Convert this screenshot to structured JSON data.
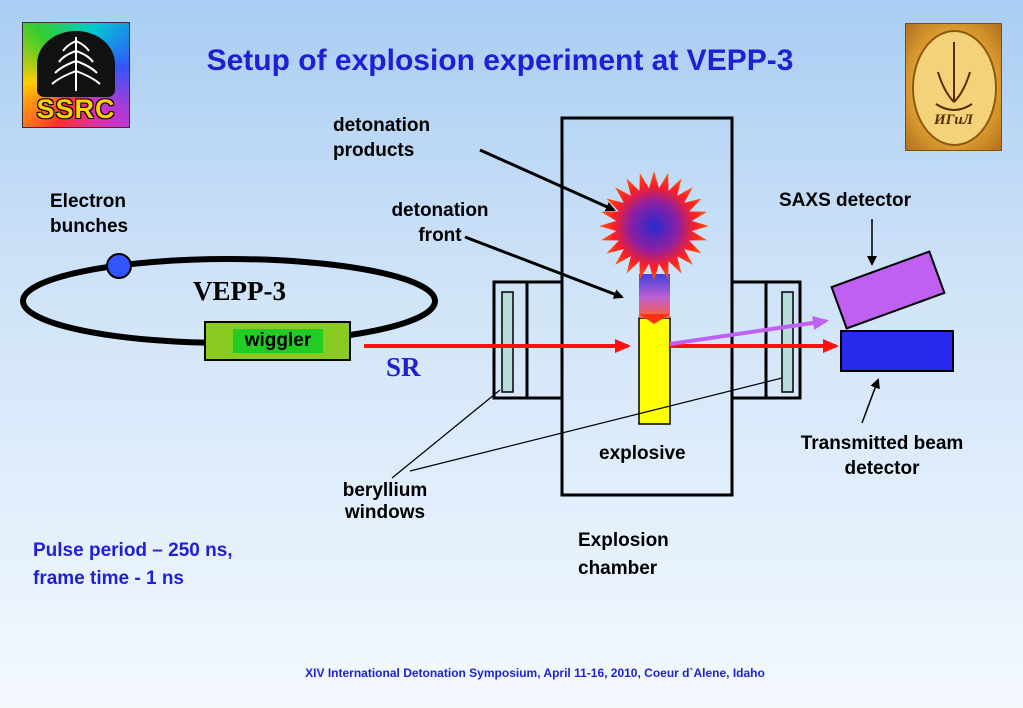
{
  "title": "Setup of explosion experiment at VEPP-3",
  "logos": {
    "left_text": "SSRC",
    "right_text": "ИГиЛ"
  },
  "labels": {
    "electron_bunches": [
      "Electron",
      "bunches"
    ],
    "vepp3": "VEPP-3",
    "wiggler": "wiggler",
    "sr": "SR",
    "detonation_products": [
      "detonation",
      "products"
    ],
    "detonation_front": [
      "detonation",
      "front"
    ],
    "explosive": "explosive",
    "saxs_detector": "SAXS detector",
    "transmitted_beam_detector": [
      "Transmitted beam",
      "detector"
    ],
    "beryllium_windows": [
      "beryllium",
      "windows"
    ],
    "explosion_chamber": [
      "Explosion",
      "chamber"
    ]
  },
  "pulse_info": [
    "Pulse period – 250 ns,",
    "frame time  - 1 ns"
  ],
  "footer": "XIV International Detonation Symposium,  April 11-16, 2010, Coeur d`Alene, Idaho",
  "colors": {
    "title": "#1f1fd6",
    "beam": "#ff1010",
    "wiggler_fill": "#88cc22",
    "wiggler_label_bg": "#22cc22",
    "saxs_detector": "#c060f0",
    "transmitted_detector": "#2a2aee",
    "explosive": "#ffff00",
    "bunch": "#3355ff",
    "window": "#b8dcdc"
  }
}
